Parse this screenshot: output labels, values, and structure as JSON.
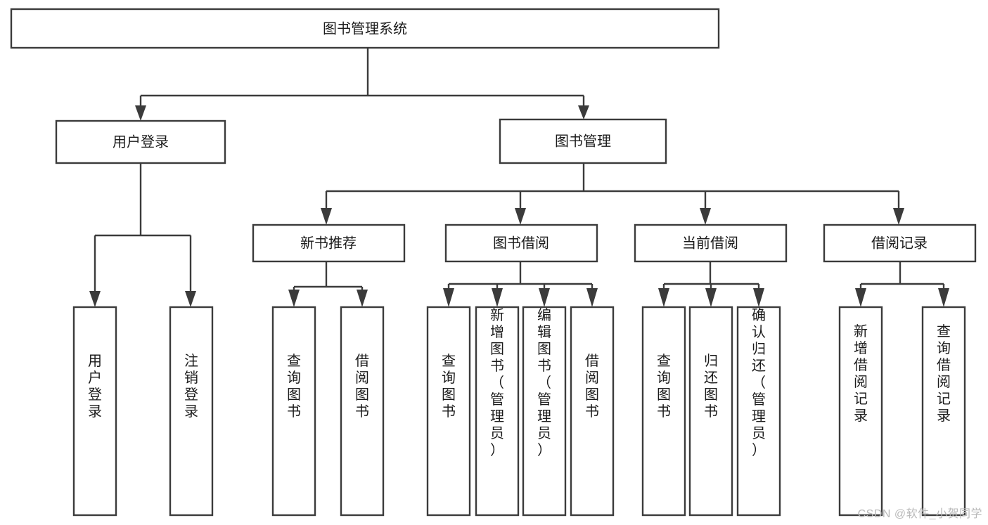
{
  "diagram": {
    "type": "tree",
    "title": "图书管理系统",
    "orientation": "top-down",
    "colors": {
      "box_stroke": "#3b3b3b",
      "box_fill": "#ffffff",
      "connector": "#3b3b3b",
      "label": "#1b1b1b",
      "background": "#ffffff",
      "watermark": "#b9b9b9"
    },
    "root": {
      "label": "图书管理系统"
    },
    "level2": [
      {
        "label": "用户登录"
      },
      {
        "label": "图书管理"
      }
    ],
    "level3": [
      {
        "label": "新书推荐"
      },
      {
        "label": "图书借阅"
      },
      {
        "label": "当前借阅"
      },
      {
        "label": "借阅记录"
      }
    ],
    "leaves_user_login": [
      {
        "label": "用户登录"
      },
      {
        "label": "注销登录"
      }
    ],
    "leaves_new_book": [
      {
        "label": "查询图书"
      },
      {
        "label": "借阅图书"
      }
    ],
    "leaves_borrow": [
      {
        "label": "查询图书"
      },
      {
        "label": "新增图书（管理员）"
      },
      {
        "label": "编辑图书（管理员）"
      },
      {
        "label": "借阅图书"
      }
    ],
    "leaves_current": [
      {
        "label": "查询图书"
      },
      {
        "label": "归还图书"
      },
      {
        "label": "确认归还（管理员）"
      }
    ],
    "leaves_record": [
      {
        "label": "新增借阅记录"
      },
      {
        "label": "查询借阅记录"
      }
    ]
  },
  "watermark": {
    "text": "CSDN @软件_小贺同学"
  }
}
